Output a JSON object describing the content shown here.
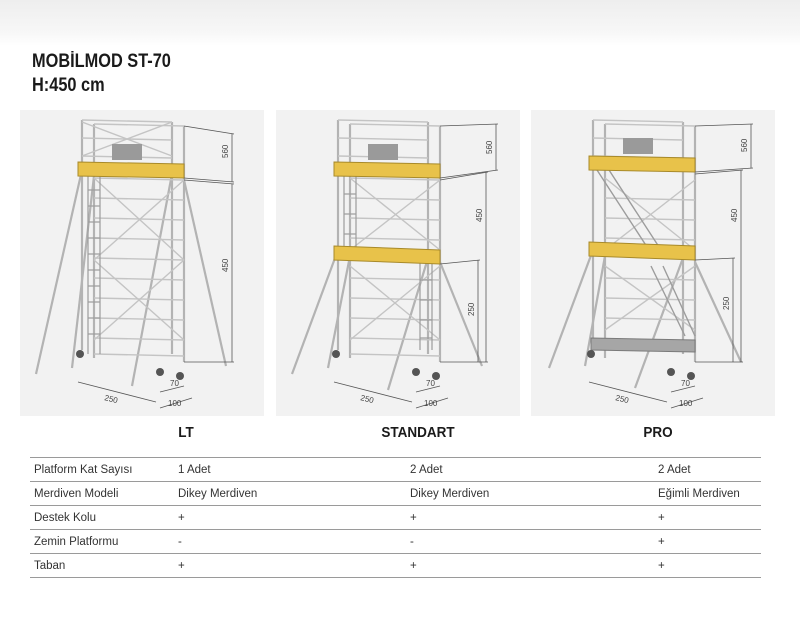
{
  "header": {
    "model": "MOBİLMOD ST-70",
    "height": "H:450 cm"
  },
  "variants": [
    {
      "name": "LT",
      "platforms": 1,
      "dims": {
        "top": "560",
        "height": "450",
        "mid": "",
        "width": "250",
        "depth_inner": "70",
        "depth_outer": "100"
      }
    },
    {
      "name": "STANDART",
      "platforms": 2,
      "dims": {
        "top": "560",
        "height": "450",
        "mid": "250",
        "width": "250",
        "depth_inner": "70",
        "depth_outer": "100"
      }
    },
    {
      "name": "PRO",
      "platforms": 2,
      "dims": {
        "top": "560",
        "height": "450",
        "mid": "250",
        "width": "250",
        "depth_inner": "70",
        "depth_outer": "100"
      }
    }
  ],
  "spec_table": {
    "rows": [
      {
        "label": "Platform Kat Sayısı",
        "values": [
          "1 Adet",
          "2 Adet",
          "2 Adet"
        ]
      },
      {
        "label": "Merdiven Modeli",
        "values": [
          "Dikey Merdiven",
          "Dikey Merdiven",
          "Eğimli Merdiven"
        ]
      },
      {
        "label": "Destek Kolu",
        "values": [
          "+",
          "+",
          "+"
        ]
      },
      {
        "label": "Zemin Platformu",
        "values": [
          "-",
          "-",
          "+"
        ]
      },
      {
        "label": "Taban",
        "values": [
          "+",
          "+",
          "+"
        ]
      }
    ]
  },
  "colors": {
    "panel_bg": "#f2f2f2",
    "frame": "#b9b9b9",
    "deck": "#e8c24a",
    "deck_edge": "#a88a2a",
    "dimension": "#555555"
  }
}
